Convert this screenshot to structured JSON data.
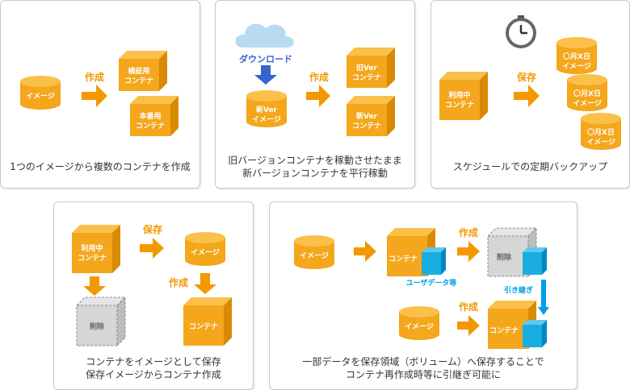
{
  "panels": {
    "p1": {
      "image_label": "イメージ",
      "arrow_label": "作成",
      "box_top_label": [
        "検証用",
        "コンテナ"
      ],
      "box_bottom_label": [
        "本番用",
        "コンテナ"
      ],
      "caption": [
        "1つのイメージから複数のコンテナを作成"
      ]
    },
    "p2": {
      "download_label": "ダウンロード",
      "image_label": [
        "新Ver",
        "イメージ"
      ],
      "arrow_label": "作成",
      "box_top_label": [
        "旧Ver",
        "コンテナ"
      ],
      "box_bottom_label": [
        "新Ver",
        "コンテナ"
      ],
      "caption": [
        "旧バージョンコンテナを稼動させたまま",
        "新バージョンコンテナを平行稼動"
      ]
    },
    "p3": {
      "box_label": [
        "利用中",
        "コンテナ"
      ],
      "arrow_label": "保存",
      "images": [
        [
          "〇月X日",
          "イメージ"
        ],
        [
          "〇月X日",
          "イメージ"
        ],
        [
          "〇月X日",
          "イメージ"
        ]
      ],
      "caption": [
        "スケジュールでの定期バックアップ"
      ]
    },
    "p4": {
      "box_label": [
        "利用中",
        "コンテナ"
      ],
      "save_label": "保存",
      "image_label": "イメージ",
      "create_label": "作成",
      "deleted_label": "削除",
      "new_box_label": "コンテナ",
      "caption": [
        "コンテナをイメージとして保存",
        "保存イメージからコンテナ作成"
      ]
    },
    "p5": {
      "image_label": "イメージ",
      "container_label": "コンテナ",
      "user_data_label": "ユーザデータ等",
      "create_label": "作成",
      "deleted_label": "削除",
      "handover_label": "引き継ぎ",
      "image2_label": "イメージ",
      "create2_label": "作成",
      "container2_label": "コンテナ",
      "caption": [
        "一部データを保存領域（ボリューム）へ保存することで",
        "コンテナ再作成時等に引継ぎ可能に"
      ]
    }
  },
  "colors": {
    "orange": "#f39800",
    "orange_light": "#f8b82d",
    "blue": "#00a0e9",
    "gray": "#cfcfcf",
    "cloud": "#b7dcf2",
    "download_arrow": "#3366cc"
  }
}
